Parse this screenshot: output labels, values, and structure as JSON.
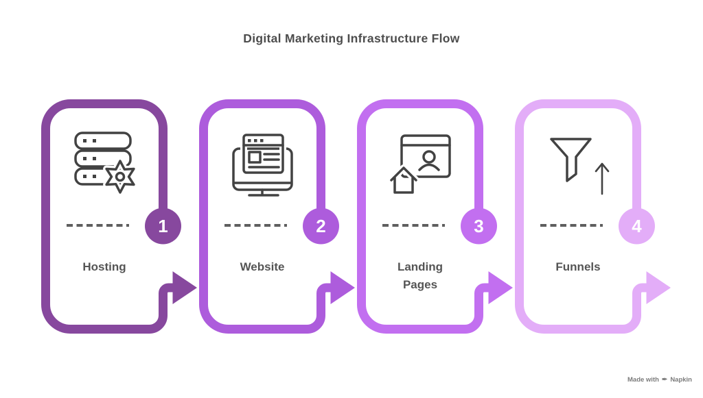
{
  "title": "Digital Marketing Infrastructure Flow",
  "steps": [
    {
      "number": "1",
      "label": "Hosting",
      "color": "#87489E",
      "icon": "server-gear-icon"
    },
    {
      "number": "2",
      "label": "Website",
      "color": "#AD5CDC",
      "icon": "website-monitor-icon"
    },
    {
      "number": "3",
      "label": "Landing\nPages",
      "color": "#C26FF0",
      "icon": "landing-page-icon"
    },
    {
      "number": "4",
      "label": "Funnels",
      "color": "#E3ADF8",
      "icon": "funnel-up-icon"
    }
  ],
  "styles": {
    "background": "#ffffff",
    "title_color": "#4d4d4d",
    "label_color": "#555555",
    "number_color": "#ffffff",
    "outline_color": "#ffffff",
    "dash_color": "#5f5f5f",
    "icon_stroke": "#424242"
  },
  "credit": {
    "prefix": "Made with",
    "pen_icon": "✒",
    "brand": "Napkin"
  }
}
